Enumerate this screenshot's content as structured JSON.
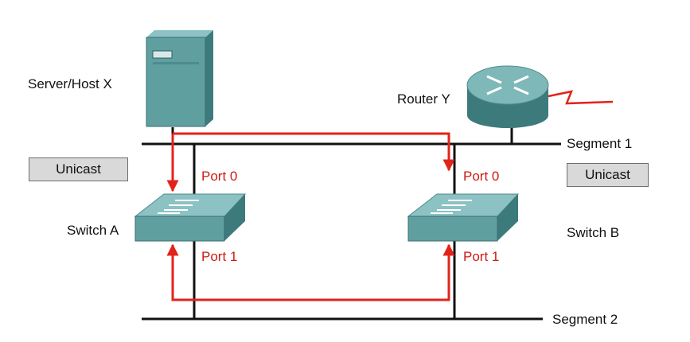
{
  "labels": {
    "server": "Server/Host X",
    "router": "Router Y",
    "switch_a": "Switch A",
    "switch_b": "Switch B",
    "segment1": "Segment 1",
    "segment2": "Segment 2"
  },
  "ports": {
    "a_port0": "Port 0",
    "a_port1": "Port 1",
    "b_port0": "Port 0",
    "b_port1": "Port 1"
  },
  "badges": {
    "left": "Unicast",
    "right": "Unicast"
  },
  "colors": {
    "path": "#e2231a",
    "cable": "#111111",
    "device_face": "#5f9fa0",
    "device_top": "#8cc2c3",
    "device_side": "#3d7a7c",
    "port_text": "#cc1b12",
    "badge_fill": "#d9d9d9"
  }
}
